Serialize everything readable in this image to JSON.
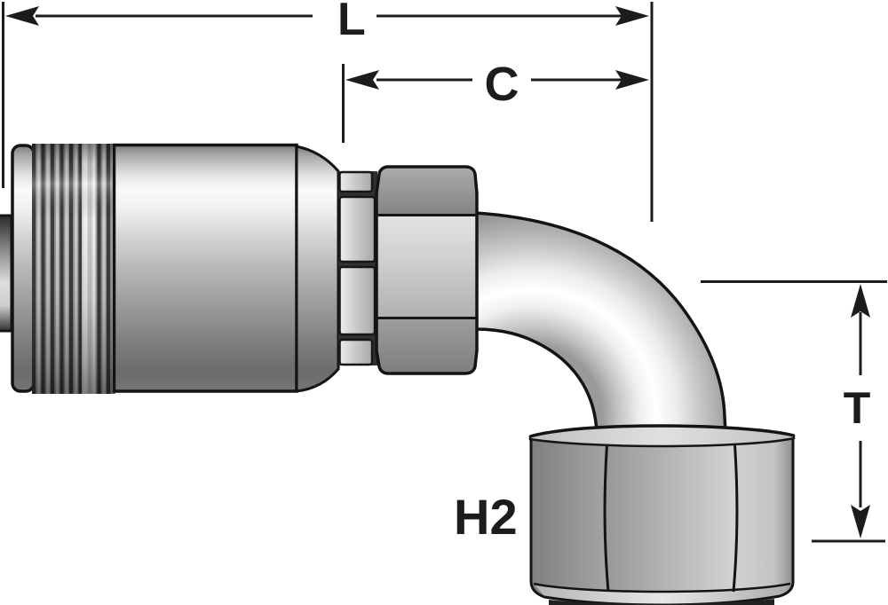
{
  "figure": {
    "kind": "technical-dimension-diagram"
  },
  "labels": {
    "dimension_l": "L",
    "dimension_c": "C",
    "dimension_t": "T",
    "hex_size": "H2"
  },
  "colors": {
    "background": "#ffffff",
    "line_color": "#1c1c1c",
    "metal_highlight": "#fafafa",
    "metal_midtone": "#b4b4b4",
    "metal_shadow": "#6a6a6a"
  }
}
